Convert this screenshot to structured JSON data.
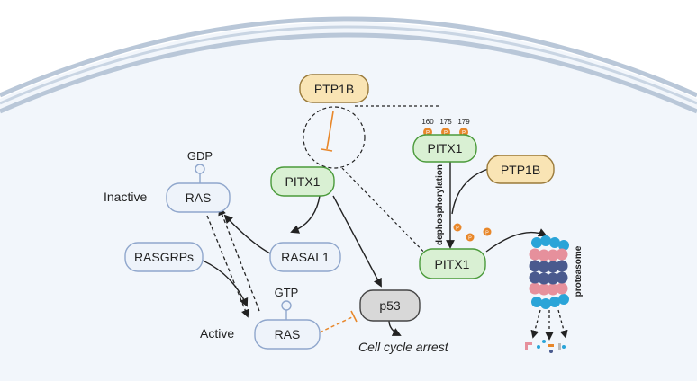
{
  "nodes": {
    "ptp1b_top": "PTP1B",
    "ptp1b_right": "PTP1B",
    "pitx1_center": "PITX1",
    "pitx1_top_right": "PITX1",
    "pitx1_bottom_right": "PITX1",
    "ras_inactive": "RAS",
    "ras_active": "RAS",
    "rasal1": "RASAL1",
    "rasgrps": "RASGRPs",
    "p53": "p53"
  },
  "labels": {
    "gdp": "GDP",
    "gtp": "GTP",
    "inactive": "Inactive",
    "active": "Active",
    "cell_cycle_arrest": "Cell cycle arrest",
    "dephosphorylation": "dephosphorylation",
    "proteasome": "proteasome",
    "phospho_sites": [
      "160",
      "175",
      "179"
    ],
    "phospho_symbol": "P"
  },
  "colors": {
    "pitx1_fill": "#d9f0d3",
    "pitx1_stroke": "#4a9a3a",
    "ptp1b_fill": "#f9e4b4",
    "ptp1b_stroke": "#9a7a3a",
    "ras_fill": "#eef3fa",
    "ras_stroke": "#8fa6cc",
    "p53_fill": "#d8d8d8",
    "phospho": "#e8872a",
    "cell_fill": "#f2f6fb",
    "membrane": "#b9c7d8"
  }
}
